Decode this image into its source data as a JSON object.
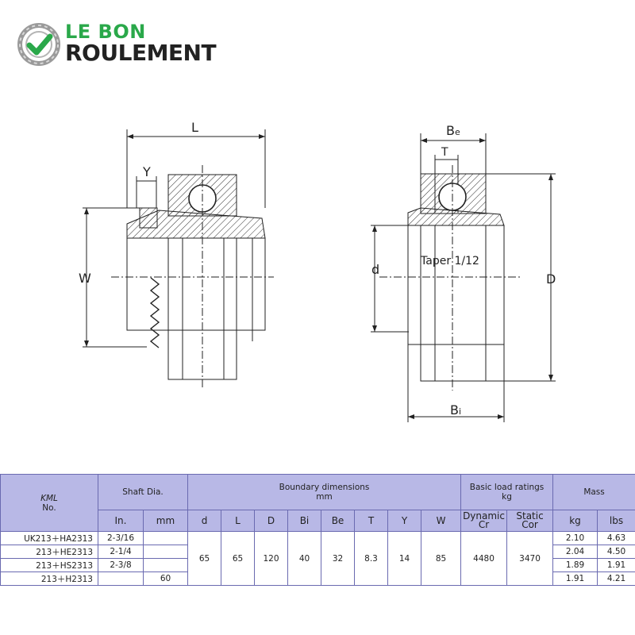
{
  "logo": {
    "line1": "LE BON",
    "line2": "ROULEMENT",
    "icon": "bearing-check-icon",
    "color_green": "#2aa84a"
  },
  "drawing": {
    "left_labels": {
      "L": "L",
      "Y": "Y",
      "W": "W"
    },
    "right_labels": {
      "Be_main": "B",
      "Be_sub": "e",
      "T": "T",
      "d": "d",
      "D": "D",
      "Bi_main": "B",
      "Bi_sub": "i",
      "taper": "Taper 1/12"
    }
  },
  "table": {
    "brand": "KML",
    "no_label": "No.",
    "shaft_dia": "Shaft Dia.",
    "boundary_line1": "Boundary  dimensions",
    "boundary_line2": "mm",
    "load_line1": "Basic load ratings",
    "load_line2": "kg",
    "mass": "Mass",
    "sub": {
      "in": "In.",
      "mm": "mm",
      "d": "d",
      "L": "L",
      "D": "D",
      "Bi": "Bi",
      "Be": "Be",
      "T": "T",
      "Y": "Y",
      "W": "W",
      "dyn1": "Dynamic",
      "dyn2": "Cr",
      "stat1": "Static",
      "stat2": "Cor",
      "kg": "kg",
      "lbs": "lbs"
    },
    "rows": [
      {
        "model": "UK213＋HA2313",
        "inch": "2-3/16",
        "mm": "",
        "kg": "2.10",
        "lbs": "4.63"
      },
      {
        "model": "213＋HE2313",
        "inch": "2-1/4",
        "mm": "",
        "kg": "2.04",
        "lbs": "4.50"
      },
      {
        "model": "213＋HS2313",
        "inch": "2-3/8",
        "mm": "",
        "kg": "1.89",
        "lbs": "1.91"
      },
      {
        "model": "213＋H2313",
        "inch": "",
        "mm": "60",
        "kg": "1.91",
        "lbs": "4.21"
      }
    ],
    "shared": {
      "d": "65",
      "L": "65",
      "D": "120",
      "Bi": "40",
      "Be": "32",
      "T": "8.3",
      "Y": "14",
      "W": "85",
      "Cr": "4480",
      "Cor": "3470"
    }
  }
}
